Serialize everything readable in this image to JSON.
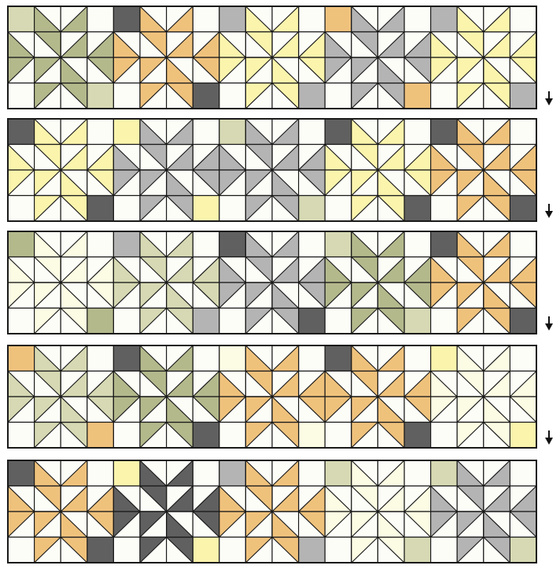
{
  "colors": {
    "outline": "#1a1a1a",
    "background": "#fdfdf8",
    "olive": "#b4b98c",
    "charcoal": "#606060",
    "orange": "#efc27c",
    "yellow": "#fbf4ad",
    "gray": "#b4b4b4",
    "sage": "#d6d9b3",
    "pale_yellow": "#fcfbe3",
    "cream": "#fcfcee",
    "arrow": "#111111"
  },
  "icons": {
    "row_arrow": "down-arrow-icon"
  },
  "strips": [
    {
      "blocks": [
        {
          "corner": "sage",
          "star": "olive"
        },
        {
          "corner": "charcoal",
          "star": "orange"
        },
        {
          "corner": "gray",
          "star": "yellow"
        },
        {
          "corner": "orange",
          "star": "gray"
        },
        {
          "corner": "gray",
          "star": "yellow"
        }
      ]
    },
    {
      "blocks": [
        {
          "corner": "charcoal",
          "star": "yellow"
        },
        {
          "corner": "yellow",
          "star": "gray"
        },
        {
          "corner": "sage",
          "star": "gray"
        },
        {
          "corner": "charcoal",
          "star": "yellow"
        },
        {
          "corner": "charcoal",
          "star": "orange"
        }
      ]
    },
    {
      "blocks": [
        {
          "corner": "olive",
          "star": "pale_yellow"
        },
        {
          "corner": "gray",
          "star": "sage"
        },
        {
          "corner": "charcoal",
          "star": "gray"
        },
        {
          "corner": "sage",
          "star": "olive"
        },
        {
          "corner": "charcoal",
          "star": "orange"
        }
      ]
    },
    {
      "blocks": [
        {
          "corner": "orange",
          "star": "sage"
        },
        {
          "corner": "charcoal",
          "star": "olive"
        },
        {
          "corner": "pale_yellow",
          "star": "orange"
        },
        {
          "corner": "charcoal",
          "star": "orange"
        },
        {
          "corner": "yellow",
          "star": "pale_yellow"
        }
      ]
    },
    {
      "blocks": [
        {
          "corner": "charcoal",
          "star": "orange"
        },
        {
          "corner": "yellow",
          "star": "charcoal"
        },
        {
          "corner": "gray",
          "star": "orange"
        },
        {
          "corner": "sage",
          "star": "pale_yellow"
        },
        {
          "corner": "sage",
          "star": "gray"
        }
      ]
    }
  ]
}
